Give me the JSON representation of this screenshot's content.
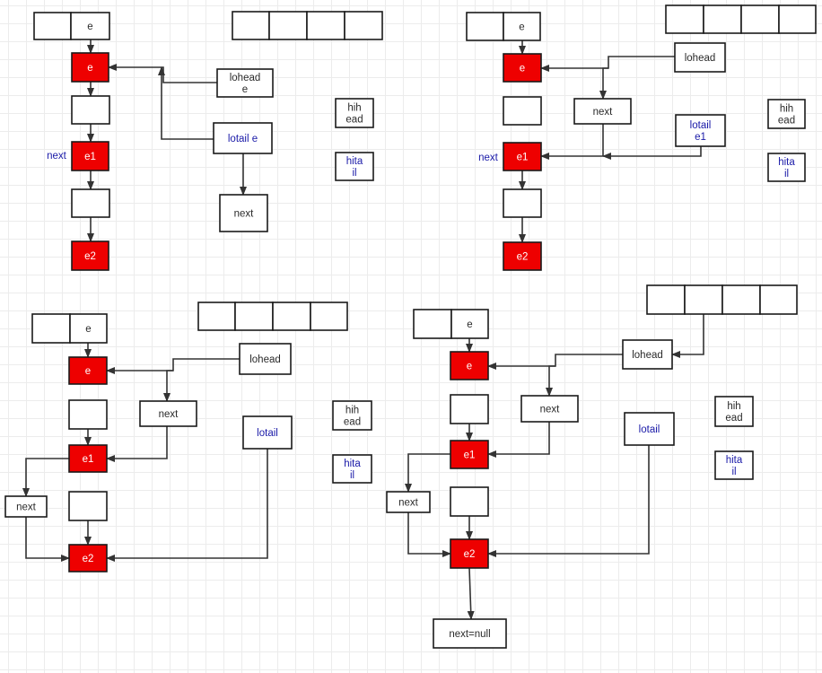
{
  "colors": {
    "node_fill": "#ffffff",
    "highlight_fill": "#ee0000",
    "stroke": "#1a1a1a",
    "text": "#2a2a2a",
    "pointer_text": "#1a1aa8",
    "grid": "#ececec"
  },
  "panels": [
    {
      "id": "step-1",
      "boxes": [
        {
          "name": "bucket-slot-empty",
          "text": []
        },
        {
          "name": "bucket-slot-e",
          "text": [
            "e"
          ]
        },
        {
          "name": "node-e",
          "text": [
            "e"
          ],
          "highlight": true
        },
        {
          "name": "gap-box-1",
          "text": []
        },
        {
          "name": "node-e1",
          "text": [
            "e1"
          ],
          "highlight": true
        },
        {
          "name": "gap-box-2",
          "text": []
        },
        {
          "name": "node-e2",
          "text": [
            "e2"
          ],
          "highlight": true
        },
        {
          "name": "lohead-box",
          "text": [
            "lohead",
            "e"
          ]
        },
        {
          "name": "lotail-box",
          "text": [
            "lotail e"
          ],
          "blue": true
        },
        {
          "name": "next-box",
          "text": [
            "next"
          ]
        },
        {
          "name": "new-table-slot-1",
          "text": []
        },
        {
          "name": "new-table-slot-2",
          "text": []
        },
        {
          "name": "new-table-slot-3",
          "text": []
        },
        {
          "name": "new-table-slot-4",
          "text": []
        },
        {
          "name": "hihead-box",
          "text": [
            "hih",
            "ead"
          ]
        },
        {
          "name": "hitail-box",
          "text": [
            "hita",
            "il"
          ],
          "blue": true
        }
      ],
      "labels": [
        {
          "name": "next-label",
          "text": "next"
        }
      ]
    },
    {
      "id": "step-2",
      "boxes": [
        {
          "name": "bucket-slot-empty",
          "text": []
        },
        {
          "name": "bucket-slot-e",
          "text": [
            "e"
          ]
        },
        {
          "name": "node-e",
          "text": [
            "e"
          ],
          "highlight": true
        },
        {
          "name": "gap-box-1",
          "text": []
        },
        {
          "name": "node-e1",
          "text": [
            "e1"
          ],
          "highlight": true
        },
        {
          "name": "gap-box-2",
          "text": []
        },
        {
          "name": "node-e2",
          "text": [
            "e2"
          ],
          "highlight": true
        },
        {
          "name": "lohead-box",
          "text": [
            "lohead"
          ]
        },
        {
          "name": "next-box",
          "text": [
            "next"
          ]
        },
        {
          "name": "lotail-box",
          "text": [
            "lotail",
            "e1"
          ],
          "blue": true
        },
        {
          "name": "new-table-slot-1",
          "text": []
        },
        {
          "name": "new-table-slot-2",
          "text": []
        },
        {
          "name": "new-table-slot-3",
          "text": []
        },
        {
          "name": "new-table-slot-4",
          "text": []
        },
        {
          "name": "hihead-box",
          "text": [
            "hih",
            "ead"
          ]
        },
        {
          "name": "hitail-box",
          "text": [
            "hita",
            "il"
          ],
          "blue": true
        }
      ],
      "labels": [
        {
          "name": "next-label",
          "text": "next"
        }
      ]
    },
    {
      "id": "step-3",
      "boxes": [
        {
          "name": "bucket-slot-empty",
          "text": []
        },
        {
          "name": "bucket-slot-e",
          "text": [
            "e"
          ]
        },
        {
          "name": "node-e",
          "text": [
            "e"
          ],
          "highlight": true
        },
        {
          "name": "gap-box-1",
          "text": []
        },
        {
          "name": "next-box",
          "text": [
            "next"
          ]
        },
        {
          "name": "node-e1",
          "text": [
            "e1"
          ],
          "highlight": true
        },
        {
          "name": "next-box-2",
          "text": [
            "next"
          ]
        },
        {
          "name": "gap-box-2",
          "text": []
        },
        {
          "name": "node-e2",
          "text": [
            "e2"
          ],
          "highlight": true
        },
        {
          "name": "lohead-box",
          "text": [
            "lohead"
          ]
        },
        {
          "name": "lotail-box",
          "text": [
            "lotail"
          ],
          "blue": true
        },
        {
          "name": "new-table-slot-1",
          "text": []
        },
        {
          "name": "new-table-slot-2",
          "text": []
        },
        {
          "name": "new-table-slot-3",
          "text": []
        },
        {
          "name": "new-table-slot-4",
          "text": []
        },
        {
          "name": "hihead-box",
          "text": [
            "hih",
            "ead"
          ]
        },
        {
          "name": "hitail-box",
          "text": [
            "hita",
            "il"
          ],
          "blue": true
        }
      ],
      "labels": []
    },
    {
      "id": "step-4",
      "boxes": [
        {
          "name": "bucket-slot-empty",
          "text": []
        },
        {
          "name": "bucket-slot-e",
          "text": [
            "e"
          ]
        },
        {
          "name": "node-e",
          "text": [
            "e"
          ],
          "highlight": true
        },
        {
          "name": "gap-box-1",
          "text": []
        },
        {
          "name": "next-box",
          "text": [
            "next"
          ]
        },
        {
          "name": "node-e1",
          "text": [
            "e1"
          ],
          "highlight": true
        },
        {
          "name": "next-box-2",
          "text": [
            "next"
          ]
        },
        {
          "name": "gap-box-2",
          "text": []
        },
        {
          "name": "node-e2",
          "text": [
            "e2"
          ],
          "highlight": true
        },
        {
          "name": "next-null-box",
          "text": [
            "next=null"
          ]
        },
        {
          "name": "lohead-box",
          "text": [
            "lohead"
          ]
        },
        {
          "name": "lotail-box",
          "text": [
            "lotail"
          ],
          "blue": true
        },
        {
          "name": "new-table-slot-1",
          "text": []
        },
        {
          "name": "new-table-slot-2",
          "text": []
        },
        {
          "name": "new-table-slot-3",
          "text": []
        },
        {
          "name": "new-table-slot-4",
          "text": []
        },
        {
          "name": "hihead-box",
          "text": [
            "hih",
            "ead"
          ]
        },
        {
          "name": "hitail-box",
          "text": [
            "hita",
            "il"
          ],
          "blue": true
        }
      ],
      "labels": []
    }
  ]
}
